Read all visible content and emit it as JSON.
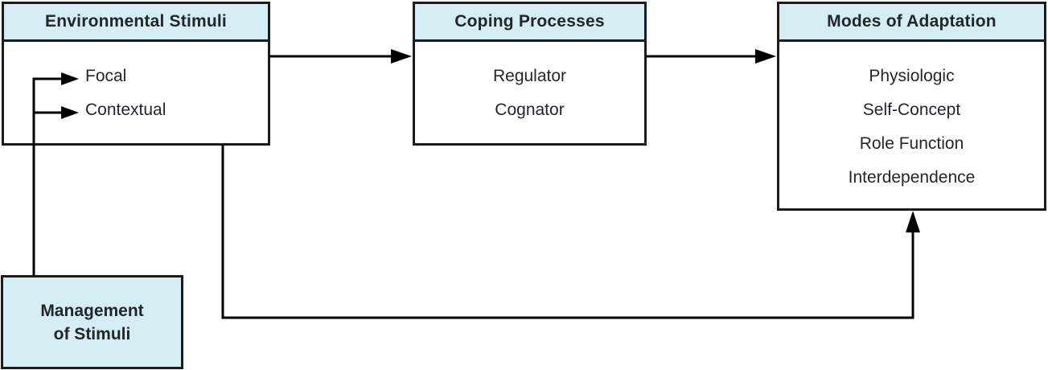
{
  "diagram": {
    "boxes": {
      "environmental": {
        "title": "Environmental Stimuli",
        "items": [
          "Focal",
          "Contextual"
        ]
      },
      "coping": {
        "title": "Coping Processes",
        "items": [
          "Regulator",
          "Cognator"
        ]
      },
      "modes": {
        "title": "Modes of Adaptation",
        "items": [
          "Physiologic",
          "Self-Concept",
          "Role Function",
          "Interdependence"
        ]
      },
      "management": {
        "lines": [
          "Management",
          "of Stimuli"
        ]
      }
    },
    "colors": {
      "header_bg": "#d5edf4",
      "border": "#1c1c1c",
      "text": "#21272a",
      "line": "#000000"
    }
  }
}
